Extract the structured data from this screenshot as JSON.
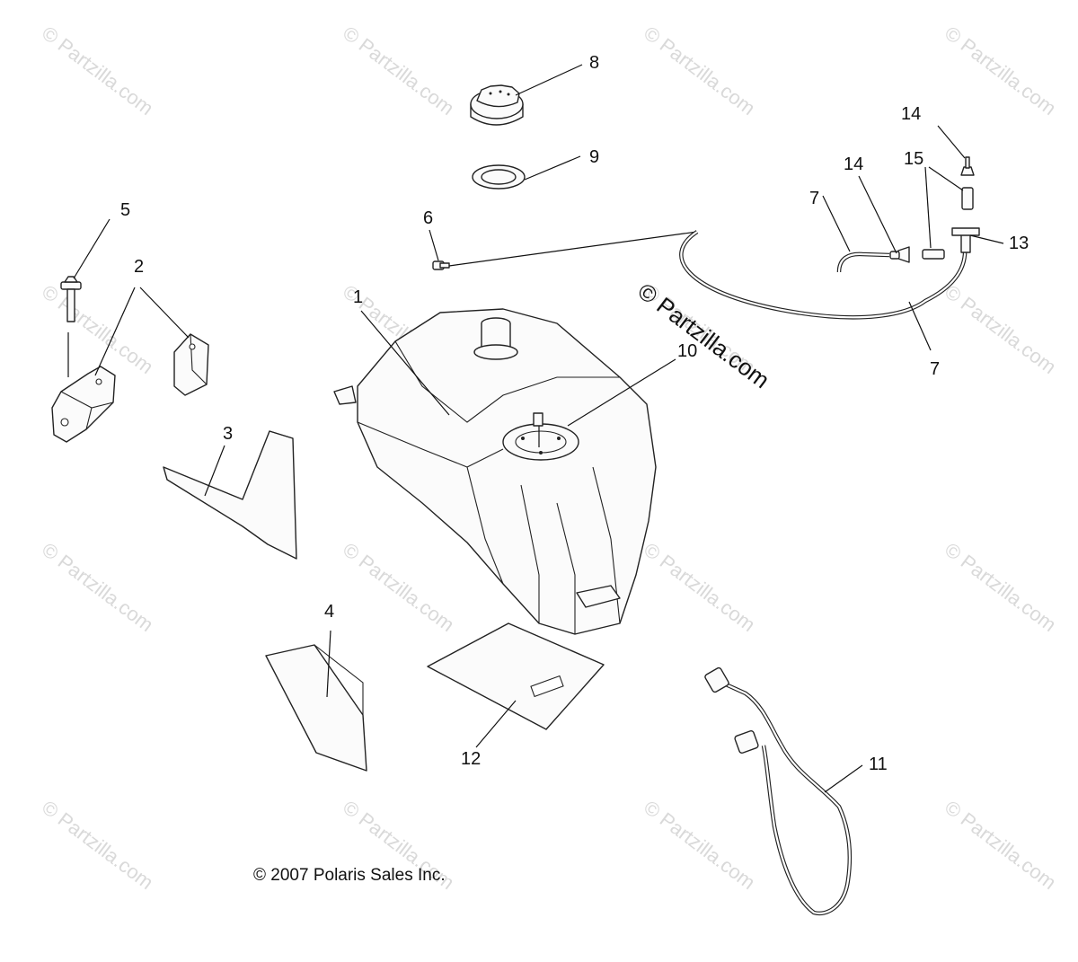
{
  "diagram": {
    "watermark_text": "© Partzilla.com",
    "brand_text": "© Partzilla.com",
    "copyright": "© 2007 Polaris Sales Inc.",
    "callouts": [
      "1",
      "2",
      "3",
      "4",
      "5",
      "6",
      "7",
      "7",
      "8",
      "9",
      "10",
      "11",
      "12",
      "13",
      "14",
      "14",
      "15"
    ]
  }
}
